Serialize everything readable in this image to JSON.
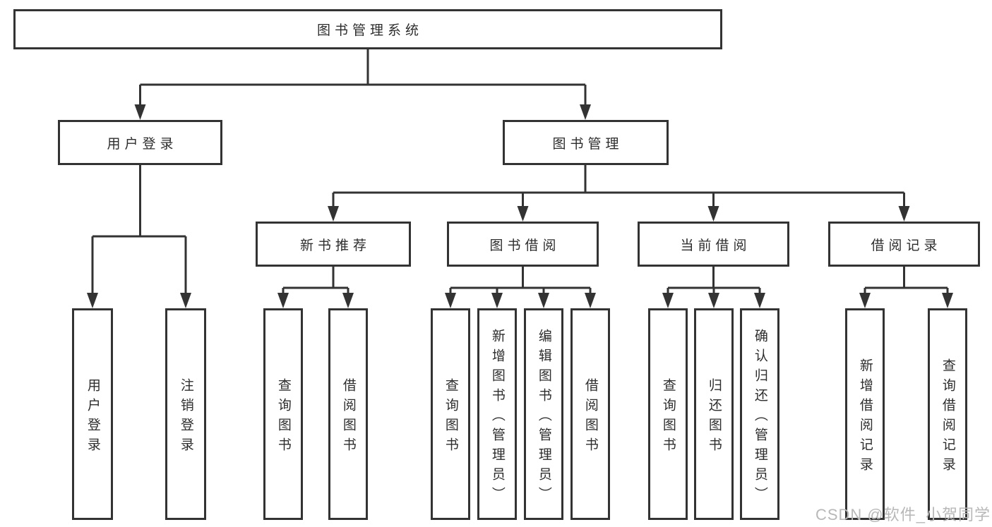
{
  "tree": {
    "root": {
      "label": "图书管理系统"
    },
    "branches": [
      {
        "label": "用户登录",
        "children": [
          "用户登录",
          "注销登录"
        ]
      },
      {
        "label": "图书管理",
        "groups": [
          {
            "label": "新书推荐",
            "children": [
              "查询图书",
              "借阅图书"
            ]
          },
          {
            "label": "图书借阅",
            "children": [
              "查询图书",
              "新增图书（管理员）",
              "编辑图书（管理员）",
              "借阅图书"
            ]
          },
          {
            "label": "当前借阅",
            "children": [
              "查询图书",
              "归还图书",
              "确认归还（管理员）"
            ]
          },
          {
            "label": "借阅记录",
            "children": [
              "新增借阅记录",
              "查询借阅记录"
            ]
          }
        ]
      }
    ]
  },
  "watermark": "CSDN @软件_小贺同学",
  "colors": {
    "line": "#333333",
    "text": "#2d2d2d",
    "watermark": "#b8b8b8",
    "background": "#ffffff"
  }
}
